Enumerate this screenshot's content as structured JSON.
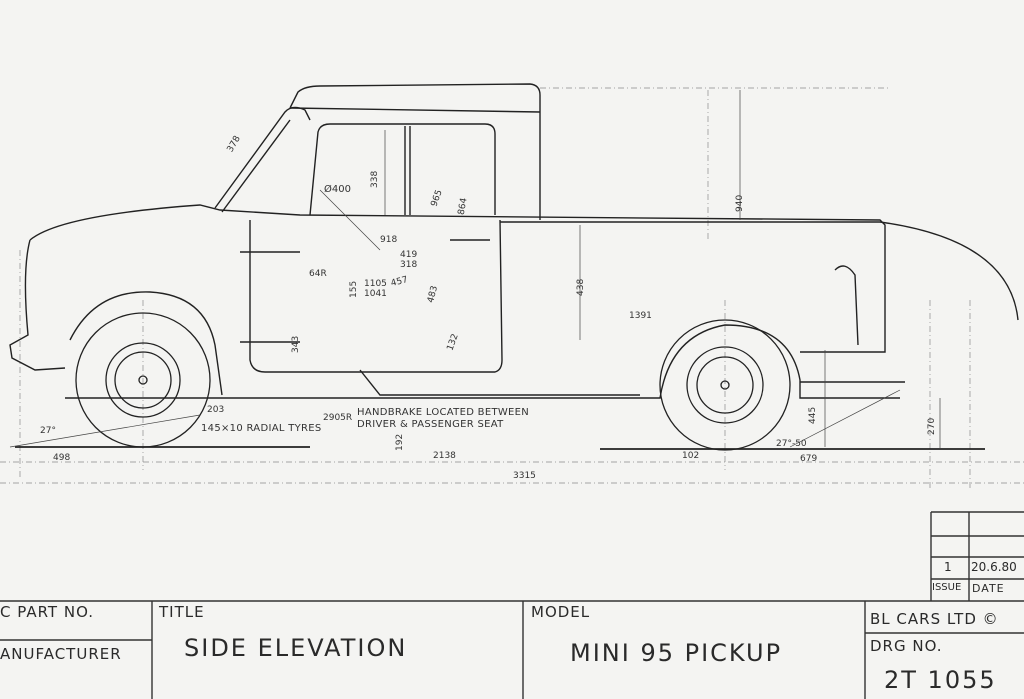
{
  "drawing": {
    "dimensions": {
      "d378": "378",
      "d400": "Ø400",
      "d338": "338",
      "d965": "965",
      "d864": "864",
      "d940": "940",
      "d918": "918",
      "d419": "419",
      "d318": "318",
      "d64r": "64R",
      "d155": "155",
      "d1105": "1105",
      "d1041": "1041",
      "d457": "457",
      "d483": "483",
      "d438": "438",
      "d1391": "1391",
      "d343": "343",
      "d132": "132",
      "d203": "203",
      "d2905r": "2905R",
      "d27": "27°",
      "d192": "192",
      "d2138": "2138",
      "d498": "498",
      "d3315": "3315",
      "d102": "102",
      "d27_50": "27°-50",
      "d445": "445",
      "d679": "679",
      "d270": "270"
    },
    "notes": {
      "tyres": "145×10 RADIAL TYRES",
      "handbrake_line1": "HANDBRAKE LOCATED BETWEEN",
      "handbrake_line2": "DRIVER & PASSENGER SEAT"
    }
  },
  "title_block": {
    "part_no_label": "C PART NO.",
    "manufacturer_label": "ANUFACTURER",
    "title_label": "TITLE",
    "title_value": "SIDE ELEVATION",
    "model_label": "MODEL",
    "model_value": "MINI 95 PICKUP",
    "company": "BL CARS LTD ©",
    "drg_no_label": "DRG NO.",
    "drg_no_value": "2T 1055",
    "issue_table": {
      "issue_header": "ISSUE",
      "date_header": "DATE",
      "rows": [
        {
          "issue": "1",
          "date": "20.6.80"
        }
      ]
    }
  }
}
